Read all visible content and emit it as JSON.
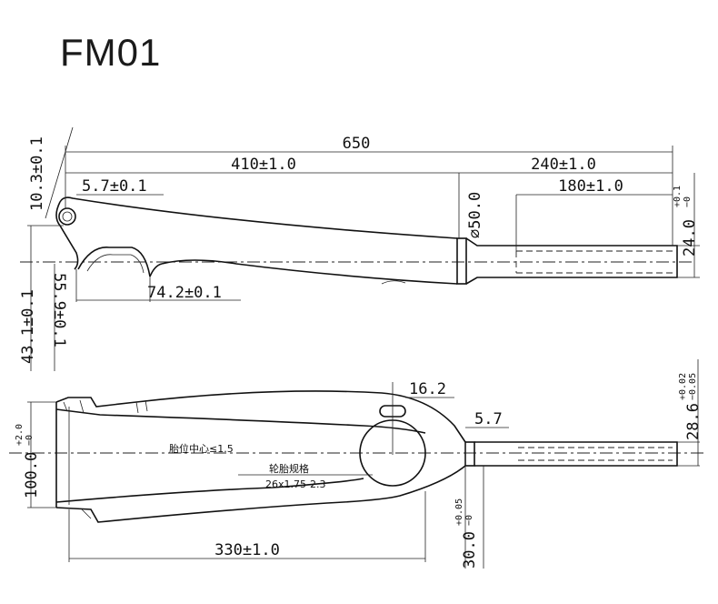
{
  "title": "FM01",
  "side_view": {
    "overall_length": "650",
    "blade_length": "410±1.0",
    "steerer_length": "240±1.0",
    "steerer_inner_length": "180±1.0",
    "dropout_offset": "5.7±0.1",
    "dropout_angle_dim": "10.3±0.1",
    "crown_race_dia": "⌀50.0",
    "steerer_dia": "24.0",
    "steerer_dia_tol_upper": "+0.1",
    "steerer_dia_tol_lower": "−0",
    "brake_mount_len": "74.2±0.1",
    "rake_dim": "55.9±0.1",
    "axle_height_dim": "43.1±0.1"
  },
  "front_view": {
    "hub_width": "100.0",
    "hub_width_tol_upper": "+2.0",
    "hub_width_tol_lower": "−0",
    "crown_slot": "16.2",
    "crown_offset": "5.7",
    "steerer_dia": "28.6",
    "steerer_dia_tol_upper": "+0.02",
    "steerer_dia_tol_lower": "−0.05",
    "tire_center_note": "胎位中心≤1.5",
    "tire_spec_label": "轮胎规格",
    "tire_spec_value": "26x1.75-2.3",
    "blade_length": "330±1.0",
    "crown_width": "30.0",
    "crown_width_tol_upper": "+0.05",
    "crown_width_tol_lower": "−0"
  }
}
